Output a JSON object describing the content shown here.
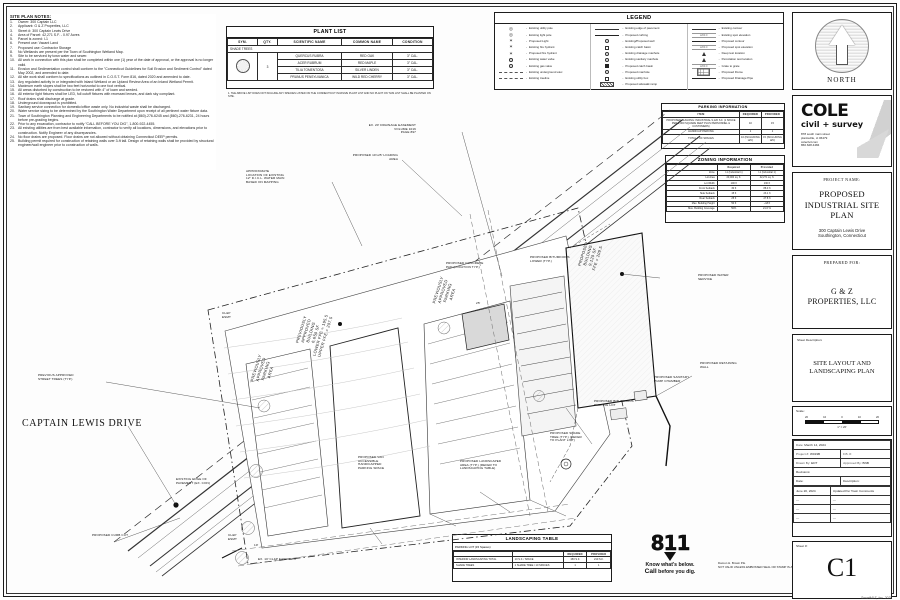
{
  "sheet": {
    "footer_credit": "SmartMLS, Inc. 2025"
  },
  "notes": {
    "title": "SITE PLAN NOTES:",
    "items": [
      {
        "n": "1.",
        "t": "Owner:  300 Captain LLC"
      },
      {
        "n": "2.",
        "t": "Applicant:  G & Z Properties, LLC"
      },
      {
        "n": "3.",
        "t": "Street #: 300 Captain Lewis Drive"
      },
      {
        "n": "4.",
        "t": "Area of Parcel:  42,271 S.F. - 0.97 Acres"
      },
      {
        "n": "5.",
        "t": "Parcel is zoned: I-1"
      },
      {
        "n": "6.",
        "t": "Present use:  Vacant Land"
      },
      {
        "n": "7.",
        "t": "Proposed use:  Contractor Storage"
      },
      {
        "n": "8.",
        "t": "No Wetlands are present per the Town of Southington Wetland Map."
      },
      {
        "n": "9.",
        "t": "Site to be serviced by town water and sewer."
      },
      {
        "n": "10.",
        "t": "All work in connection with this plan shall be completed within one (1) year of the date of approval, or the approval is no longer valid."
      },
      {
        "n": "11.",
        "t": "Erosion and Sedimentation control shall conform to the \"Connecticut Guidelines for Soil Erosion and Sediment Control\" dated May 2002, and amended to date."
      },
      {
        "n": "12.",
        "t": "All site work shall conform to specifications as outlined in C.O.S.T. Form 816, dated 2020 and amended to date."
      },
      {
        "n": "13.",
        "t": "Any regulated activity in or integrated with Inland Wetland or an Upland Review Area of an Inland Wetland Permit."
      },
      {
        "n": "14.",
        "t": "Maximum earth slopes shall be two feet horizontal to one foot vertical."
      },
      {
        "n": "15.",
        "t": "All areas disturbed by construction to be restored with 4\" of loam and seeded."
      },
      {
        "n": "16.",
        "t": "All exterior light fixtures shall be LED, full cutoff fixtures with recessed lenses, and dark sky compliant."
      },
      {
        "n": "17.",
        "t": "Roof drains shall discharge at grade."
      },
      {
        "n": "18.",
        "t": "Underground downspout is prohibited."
      },
      {
        "n": "19.",
        "t": "Sanitary service connection for domestic/office waste only. No industrial waste shall be discharged."
      },
      {
        "n": "20.",
        "t": "Water service sizing to be determined by the Southington Water Department upon receipt of all pertinent water fixture data."
      },
      {
        "n": "21.",
        "t": "Town of Southington Planning and Engineering Departments to be notified at (860)-276-6245 and (860)-276-6231, 24 hours before pre-grading begins."
      },
      {
        "n": "22.",
        "t": "Prior to any excavation, contractor to notify \"CALL BEFORE YOU DIG\", 1-800-922-4455."
      },
      {
        "n": "23.",
        "t": "All existing utilities are from best available information, contractor to verify all locations, dimensions, and elevations prior to construction. Notify Engineer of any discrepancies."
      },
      {
        "n": "24.",
        "t": "No floor drains are proposed. Floor drains are not allowed without obtaining Connecticut DEEP permits."
      },
      {
        "n": "25.",
        "t": "Building permit required for construction of retaining walls over 3-ft tall. Design of retaining walls shall be provided by structural engineer/wall engineer prior to construction of walls."
      }
    ]
  },
  "plant_list": {
    "title": "PLANT LIST",
    "headers": [
      "SYM.",
      "QTY.",
      "SCIENTIFIC NAME",
      "COMMON NAME",
      "CONDITION"
    ],
    "section": "SHADE TREES",
    "qty": "3",
    "rows": [
      {
        "sci": "QUERCUS RUBRA",
        "common": "RED OAK",
        "cond": "3\" CAL."
      },
      {
        "sci": "ACER RUBRUM",
        "common": "RED MAPLE",
        "cond": "3\" CAL."
      },
      {
        "sci": "TILIA TOMENTOSA",
        "common": "SILVER LINDEN",
        "cond": "3\" CAL."
      },
      {
        "sci": "PRUNUS PENSYLVANICA",
        "common": "WILD RED CHERRY",
        "cond": "3\" CAL."
      }
    ],
    "footnote": "1.   THE ABOVE LIST DOES NOT INCLUDE ANY SPECIES LISTED ON THE CONNECTICUT INVASIVE PLANT LIST AND NO PLANT ON THIS LIST SHALL BE PLANTED ON SITE."
  },
  "legend": {
    "title": "LEGEND",
    "col1": [
      {
        "sym": "utility-pole-icon",
        "label": "Existing utility pole"
      },
      {
        "sym": "light-pole-icon",
        "label": "Existing light pole"
      },
      {
        "sym": "proposed-light-icon",
        "label": "Proposed Light"
      },
      {
        "sym": "hydrant-icon",
        "label": "Existing fire hydrant"
      },
      {
        "sym": "proposed-hydrant-icon",
        "label": "Proposed fire hydrant"
      },
      {
        "sym": "water-valve-icon",
        "label": "Existing water valve"
      },
      {
        "sym": "gas-valve-icon",
        "label": "Existing gas valve"
      },
      {
        "sym": "underground-elec-icon",
        "label": "Existing underground elec"
      },
      {
        "sym": "treeline-icon",
        "label": "Existing treeline"
      }
    ],
    "col2": [
      {
        "sym": "edge-pavement-line",
        "label": "Existing edge of pavement"
      },
      {
        "sym": "proposed-curbing-line",
        "label": "Proposed curbing"
      },
      {
        "sym": "existing-proposed-well-icon",
        "label": "Existing/Proposed well"
      },
      {
        "sym": "catch-basin-icon",
        "label": "Existing catch basin"
      },
      {
        "sym": "drainage-manhole-icon",
        "label": "Existing drainage manhole"
      },
      {
        "sym": "sanitary-manhole-icon",
        "label": "Existing sanitary manhole"
      },
      {
        "sym": "proposed-catch-basin-icon",
        "label": "Proposed catch basin"
      },
      {
        "sym": "proposed-manhole-icon",
        "label": "Proposed manhole"
      },
      {
        "sym": "utility-box-icon",
        "label": "Existing utility box"
      },
      {
        "sym": "proposed-sidewalk-ramp-icon",
        "label": "Proposed sidewalk ramp"
      }
    ],
    "col3": [
      {
        "sym": "existing-contour-line",
        "label": "Existing contour"
      },
      {
        "sym": "existing-spot-elevation-icon",
        "label": "Existing spot elevation"
      },
      {
        "sym": "proposed-contour-line",
        "label": "Proposed contour"
      },
      {
        "sym": "proposed-spot-elevation-icon",
        "label": "Proposed spot elevation"
      },
      {
        "sym": "deep-test-icon",
        "label": "Deep test location"
      },
      {
        "sym": "percolation-test-icon",
        "label": "Percolation test location"
      },
      {
        "sym": "grate-to-grate-icon",
        "label": "Grate to grate"
      },
      {
        "sym": "proposed-flume-icon",
        "label": "Proposed Flume"
      },
      {
        "sym": "proposed-drainage-pipe-icon",
        "label": "Proposed Drainage Pipe"
      }
    ]
  },
  "parking_info": {
    "title": "PARKING INFORMATION",
    "headers": [
      "ITEM",
      "REQUIRED",
      "PROVIDED"
    ],
    "rows": [
      {
        "item": "PROPOSED BUILDING: INDUSTRIAL 9,120 S.F. (1 SPACE PER 1,000 SQUARE FEET PLUS PERSONNEL & CUSTOMERS)",
        "req": "10",
        "prov": "15"
      },
      {
        "item": "HANDICAP PARKING",
        "req": "1",
        "prov": "1"
      },
      {
        "item": "TOTAL # OF SPACES",
        "req": "10 (INCLUDING H/C)",
        "prov": "15 (INCLUDING H/C)"
      }
    ]
  },
  "zoning_info": {
    "title": "ZONING INFORMATION",
    "headers": [
      "",
      "Required",
      "Provided"
    ],
    "rows": [
      {
        "k": "Zone",
        "req": "I-1 (Industrial 1)",
        "prov": "I-1 (Industrial 1)"
      },
      {
        "k": "Lot Area",
        "req": "20,000 sq. ft.",
        "prov": "42,271 sq. ft."
      },
      {
        "k": "Lot Width",
        "req": "100 ft",
        "prov": "130 ft"
      },
      {
        "k": "Front Setback",
        "req": "30 ft",
        "prov": "88.0 ft"
      },
      {
        "k": "Side Setback",
        "req": "15 ft",
        "prov": "23.1 ft"
      },
      {
        "k": "Rear Setback",
        "req": "25 ft",
        "prov": "27.8 ft"
      },
      {
        "k": "Max. Building Height",
        "req": "50 ft",
        "prov": "~18 ft"
      },
      {
        "k": "Max. Building Coverage",
        "req": "50%",
        "prov": "21.6 %"
      }
    ]
  },
  "landscaping_table": {
    "title": "LANDSCAPING TABLE",
    "subtitle": "PARKING LOT (15 Spaces)",
    "headers": [
      "",
      "",
      "REQUIRED",
      "PROVIDED"
    ],
    "rows": [
      {
        "a": "INTERIOR LANDSCAPING TOTAL",
        "b": "10 S.F. / SPACE",
        "req": "150 S.F.",
        "prov": "210 S.F."
      },
      {
        "a": "SHADE TREES",
        "b": "1 SHADE TREE / 10 SPACES",
        "req": "1",
        "prov": "1"
      }
    ]
  },
  "dig_logo": {
    "number": "811",
    "line1": "Know what's below.",
    "line2": "Call",
    "line3": "before you dig."
  },
  "engineer": {
    "name": "Damon H. Brown P.E.",
    "license_label": "P.E.#:",
    "reg_label": "Reg No.",
    "note": "NOT VALID UNLESS EMBOSSED SEAL OR STAMP IS AFFIXED HERETO"
  },
  "sidebar": {
    "north": {
      "label": "NORTH"
    },
    "logo": {
      "word": "COLE",
      "tagline": "civil + survey",
      "address_lines": [
        "878 south main street",
        "plantsville, ct 06479",
        "colecivil.com",
        "860.628.4484"
      ]
    },
    "project": {
      "caption": "PROJECT NAME:",
      "name": "PROPOSED INDUSTRIAL SITE PLAN",
      "address_line1": "300 Captain Lewis Drive",
      "address_line2": "Southington, Connecticut"
    },
    "prepared": {
      "caption": "PREPARED FOR:",
      "client_line1": "G & Z",
      "client_line2": "PROPERTIES, LLC"
    },
    "sheet_desc": {
      "caption": "Sheet Description:",
      "title_line1": "SITE LAYOUT AND",
      "title_line2": "LANDSCAPING PLAN"
    },
    "scale": {
      "caption": "Scale:",
      "ticks": [
        "20",
        "10",
        "0",
        "10",
        "20"
      ],
      "note": "1\" = 20'"
    },
    "meta": {
      "date_label": "Date:",
      "date_value": "March 14, 2024",
      "project_label": "Project #:",
      "project_value": "W019B",
      "fb_label": "F.B. #:",
      "fb_value": "",
      "drawn_label": "Drawn By:",
      "drawn_value": "EDT",
      "approved_label": "Approved By:",
      "approved_value": "BNB",
      "revisions_label": "Revisions:",
      "rev_col_date": "Date:",
      "rev_col_desc": "Description:",
      "revisions": [
        {
          "date": "June 20, 2024",
          "desc": "Updated Per Town Comments"
        },
        {
          "date": "",
          "desc": ""
        },
        {
          "date": "",
          "desc": ""
        },
        {
          "date": "",
          "desc": ""
        }
      ]
    },
    "sheet_number": {
      "caption": "Sheet #:",
      "value": "C1"
    }
  },
  "drawing": {
    "street_name": "CAPTAIN LEWIS DRIVE",
    "buildings": [
      {
        "id": "previously-approved-building",
        "lines": [
          "PREVIOUSLY",
          "APPROVED",
          "BUILDING",
          "6,650 SF",
          "LOWER FFE = 195.5",
          "UPPER FFE = 207.5"
        ]
      },
      {
        "id": "proposed-building",
        "lines": [
          "PROPOSED",
          "BUILDING",
          "9,120 SF",
          "FFE = 209.5"
        ]
      }
    ],
    "area_labels": [
      {
        "id": "previously-approved-parking-left",
        "lines": [
          "PREVIOUSLY",
          "APPROVED",
          "PARKING",
          "AREA"
        ]
      },
      {
        "id": "previously-approved-parking-right",
        "lines": [
          "PREVIOUSLY",
          "APPROVED",
          "PARKING",
          "AREA"
        ]
      }
    ],
    "annotations": [
      {
        "id": "drainage-easement",
        "lines": [
          "EX. 20' DRAINAGE EASEMENT",
          "VOLUME 1016",
          "PAGE 897"
        ]
      },
      {
        "id": "proposed-loading-area",
        "lines": [
          "PROPOSED 10'x25' LOADING",
          "AREA"
        ]
      },
      {
        "id": "approximate-water-main",
        "lines": [
          "APPROXIMATE",
          "LOCATION OF EXISTING",
          "12\" D.I.C.L. WATER MAIN",
          "BASED ON MAPPING"
        ]
      },
      {
        "id": "previous-approved-street-trees",
        "lines": [
          "PREVIOUS APPROVED",
          "STREET TREES (TYP.)"
        ]
      },
      {
        "id": "proposed-curb-cut",
        "lines": [
          "PROPOSED CURB CUT"
        ]
      },
      {
        "id": "proposed-bituminous-parking-lot",
        "lines": [
          "PROPOSED BITUMINOUS",
          "PARKING LOT"
        ]
      },
      {
        "id": "proposed-shade-tree",
        "lines": [
          "PROPOSED SHADE",
          "TREE (TYP.) (REFER",
          "TO PLANT LIST)"
        ]
      },
      {
        "id": "proposed-landscaped-area",
        "lines": [
          "PROPOSED LANDSCAPED",
          "AREA (TYP.) (REFER TO",
          "LANDSCAPING TABLE)"
        ]
      },
      {
        "id": "proposed-van-accessible-space",
        "lines": [
          "PROPOSED VAN",
          "ACCESSIBLE",
          "HANDICAPPED",
          "PARKING SPACE"
        ]
      },
      {
        "id": "proposed-sanitary-pump-chamber",
        "lines": [
          "PROPOSED SANITARY",
          "PUMP CHAMBER"
        ]
      },
      {
        "id": "proposed-water-service",
        "lines": [
          "PROPOSED WATER",
          "SERVICE"
        ]
      },
      {
        "id": "proposed-retaining-wall",
        "lines": [
          "PROPOSED RETAINING",
          "WALL"
        ]
      },
      {
        "id": "proposed-bituminous-lower-area",
        "lines": [
          "PROPOSED BITUMINOUS",
          "LOWER (TYP.)"
        ]
      },
      {
        "id": "proposed-concrete-pad",
        "lines": [
          "PROPOSED CONCRETE",
          "PAD (LOCATION TYP.)"
        ]
      },
      {
        "id": "existing-edge-of-pavement",
        "lines": [
          "EXISTING EDGE OF",
          "PAVEMENT (EX. CON)"
        ]
      },
      {
        "id": "clp-easement-1",
        "lines": [
          "CL&P",
          "ESMT"
        ]
      },
      {
        "id": "clp-easement-2",
        "lines": [
          "CL&P",
          "ESMT"
        ]
      },
      {
        "id": "clp-easement-3",
        "lines": [
          "EX. 10' CL&P EASEMENT"
        ]
      },
      {
        "id": "dim-10",
        "lines": [
          "10'"
        ]
      },
      {
        "id": "dim-25",
        "lines": [
          "25'"
        ]
      }
    ]
  }
}
